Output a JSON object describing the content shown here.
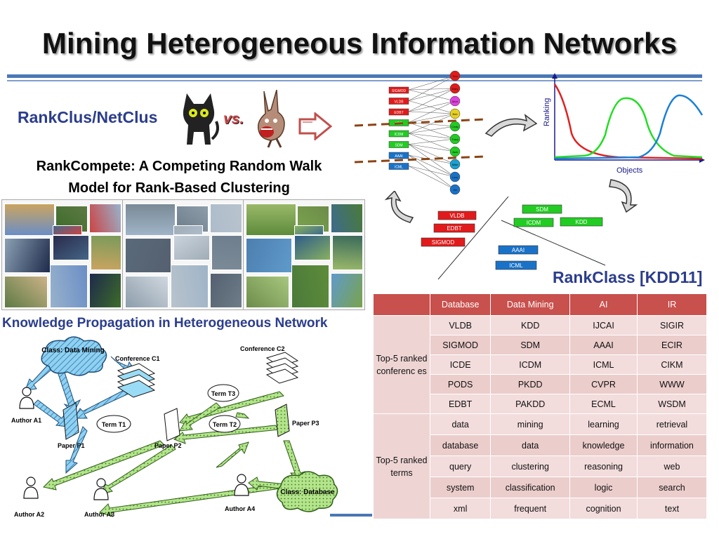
{
  "title": "Mining Heterogeneous Information Networks",
  "rankclus_label": "RankClus/NetClus",
  "vs_label": "vs.",
  "rankcompete_line1": "RankCompete: A Competing Random Walk",
  "rankcompete_line2": "Model for Rank-Based Clustering",
  "rankclass_label": "RankClass [KDD11]",
  "kp_label": "Knowledge Propagation in Heterogeneous Network",
  "ranking_chart": {
    "ylabel": "Ranking",
    "xlabel": "Objects",
    "series_colors": [
      "#e02020",
      "#22dd22",
      "#1a7fd6"
    ]
  },
  "bipartite": {
    "left_nodes": [
      {
        "label": "SIGMOD",
        "color": "#e11b1b"
      },
      {
        "label": "VLDB",
        "color": "#e11b1b"
      },
      {
        "label": "EDBT",
        "color": "#e11b1b"
      },
      {
        "label": "KDD",
        "color": "#22cc22"
      },
      {
        "label": "ICDM",
        "color": "#22cc22"
      },
      {
        "label": "SDM",
        "color": "#22cc22"
      },
      {
        "label": "AAAI",
        "color": "#1a72c8"
      },
      {
        "label": "ICML",
        "color": "#1a72c8"
      }
    ],
    "right_nodes": [
      {
        "label": "Tom",
        "color": "#e11b1b"
      },
      {
        "label": "Mary",
        "color": "#e11b1b"
      },
      {
        "label": "Alice",
        "color": "#e040e0"
      },
      {
        "label": "Bob",
        "color": "#e8d020"
      },
      {
        "label": "Cindy",
        "color": "#22cc22"
      },
      {
        "label": "Tracy",
        "color": "#22cc22"
      },
      {
        "label": "Jack",
        "color": "#22cc22"
      },
      {
        "label": "Mike",
        "color": "#1aa0d0"
      },
      {
        "label": "Lucy",
        "color": "#1a72c8"
      },
      {
        "label": "Jim",
        "color": "#1a72c8"
      }
    ]
  },
  "rankclass_boxes": [
    {
      "label": "VLDB",
      "color": "#e11b1b"
    },
    {
      "label": "EDBT",
      "color": "#e11b1b"
    },
    {
      "label": "SIGMOD",
      "color": "#e11b1b"
    },
    {
      "label": "SDM",
      "color": "#22cc22"
    },
    {
      "label": "ICDM",
      "color": "#22cc22"
    },
    {
      "label": "KDD",
      "color": "#22cc22"
    },
    {
      "label": "AAAI",
      "color": "#1a72c8"
    },
    {
      "label": "ICML",
      "color": "#1a72c8"
    }
  ],
  "table": {
    "headers": [
      "",
      "Database",
      "Data Mining",
      "AI",
      "IR"
    ],
    "group1_label": "Top-5 ranked conferenc es",
    "conferences": [
      [
        "VLDB",
        "KDD",
        "IJCAI",
        "SIGIR"
      ],
      [
        "SIGMOD",
        "SDM",
        "AAAI",
        "ECIR"
      ],
      [
        "ICDE",
        "ICDM",
        "ICML",
        "CIKM"
      ],
      [
        "PODS",
        "PKDD",
        "CVPR",
        "WWW"
      ],
      [
        "EDBT",
        "PAKDD",
        "ECML",
        "WSDM"
      ]
    ],
    "group2_label": "Top-5 ranked terms",
    "terms": [
      [
        "data",
        "mining",
        "learning",
        "retrieval"
      ],
      [
        "database",
        "data",
        "knowledge",
        "information"
      ],
      [
        "query",
        "clustering",
        "reasoning",
        "web"
      ],
      [
        "system",
        "classification",
        "logic",
        "search"
      ],
      [
        "xml",
        "frequent",
        "cognition",
        "text"
      ]
    ]
  },
  "kp_diagram": {
    "class_dm": "Class: Data Mining",
    "class_db": "Class: Database",
    "conf_c1": "Conference C1",
    "conf_c2": "Conference C2",
    "term_t1": "Term T1",
    "term_t2": "Term T2",
    "term_t3": "Term T3",
    "paper_p1": "Paper P1",
    "paper_p2": "Paper P2",
    "paper_p3": "Paper P3",
    "author_a1": "Author A1",
    "author_a2": "Author A2",
    "author_a3": "Author A3",
    "author_a4": "Author A4"
  }
}
